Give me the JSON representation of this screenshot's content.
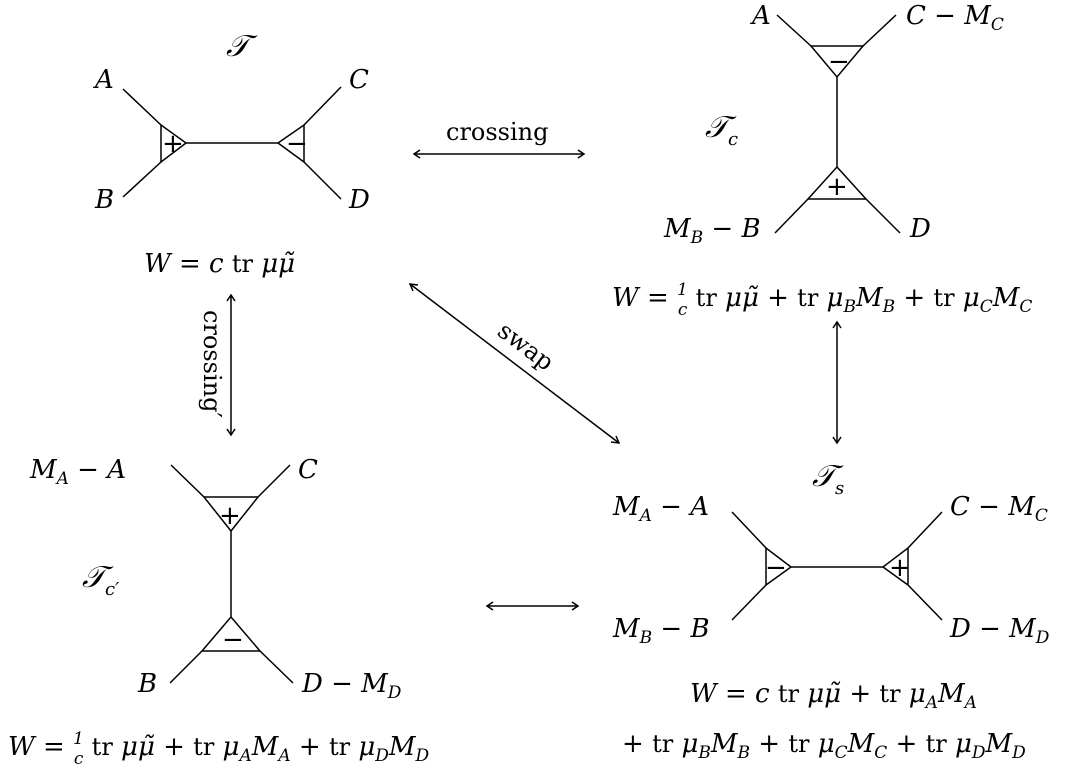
{
  "diagrams": {
    "T": {
      "name": "𝒯",
      "legs": {
        "A": "A",
        "B": "B",
        "C": "C",
        "D": "D"
      },
      "vertices": {
        "left": "+",
        "right": "−"
      },
      "superpotential": "W = c tr μμ̃"
    },
    "Tc": {
      "name": "𝒯",
      "subscript": "c",
      "legs": {
        "A": "A",
        "C": "C − M",
        "C_sub": "C",
        "B": "M",
        "B_sub": "B",
        "B_tail": " − B",
        "D": "D"
      },
      "vertices": {
        "top": "−",
        "bottom": "+"
      },
      "superpotential": "W = (1/c) tr μμ̃ + tr μ_B M_B + tr μ_C M_C"
    },
    "Tcp": {
      "name": "𝒯",
      "subscript": "c′",
      "legs": {
        "A": "M",
        "A_sub": "A",
        "A_tail": " − A",
        "C": "C",
        "B": "B",
        "D": "D − M",
        "D_sub": "D"
      },
      "vertices": {
        "top": "+",
        "bottom": "−"
      },
      "superpotential": "W = (1/c) tr μμ̃ + tr μ_A M_A + tr μ_D M_D"
    },
    "Ts": {
      "name": "𝒯",
      "subscript": "s",
      "legs": {
        "A": "M",
        "A_sub": "A",
        "A_tail": " − A",
        "B": "M",
        "B_sub": "B",
        "B_tail": " − B",
        "C": "C − M",
        "C_sub": "C",
        "D": "D − M",
        "D_sub": "D"
      },
      "vertices": {
        "left": "−",
        "right": "+"
      },
      "superpotential_line1": "W = c tr μμ̃ + tr μ_A M_A",
      "superpotential_line2": "+ tr μ_B M_B + tr μ_C M_C + tr μ_D M_D"
    }
  },
  "arrows": {
    "top": "crossing",
    "left": "crossing′",
    "diagonal": "swap",
    "right": "",
    "bottom": ""
  }
}
